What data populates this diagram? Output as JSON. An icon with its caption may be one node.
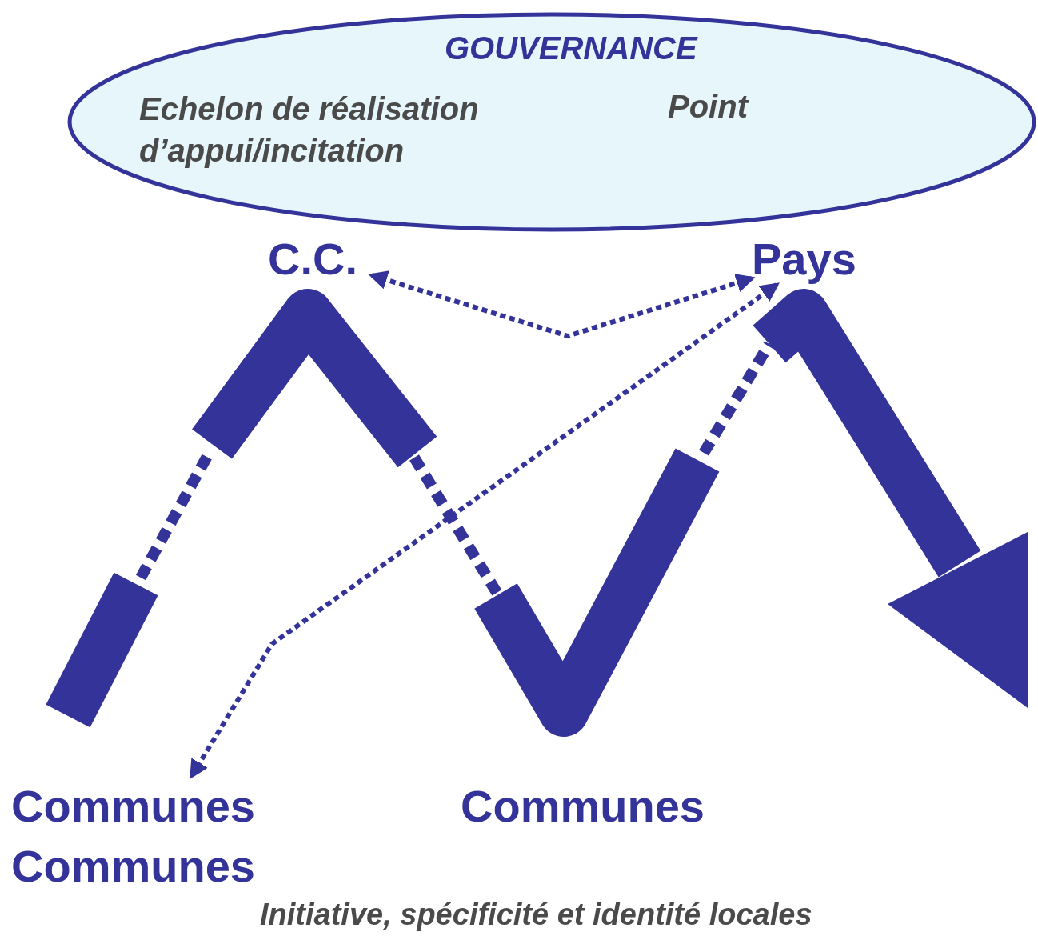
{
  "diagram": {
    "nodes": [
      {
        "text": [
          "GOUVERNANCE",
          "Echelon de réalisation d’appui/incitation",
          "Point"
        ]
      },
      {
        "text": [
          "C.C."
        ]
      },
      {
        "text": [
          "Pays"
        ]
      },
      {
        "text": [
          "Communes Communes"
        ]
      },
      {
        "text": [
          "Communes"
        ]
      }
    ],
    "edges": [
      {
        "from": 1,
        "to": 2,
        "arrow": "both",
        "style": "dashed"
      },
      {
        "from": 2,
        "to": 3,
        "arrow": "both",
        "style": "dashed"
      }
    ],
    "labels": [
      "Initiative, spécificité et identité locales"
    ]
  }
}
